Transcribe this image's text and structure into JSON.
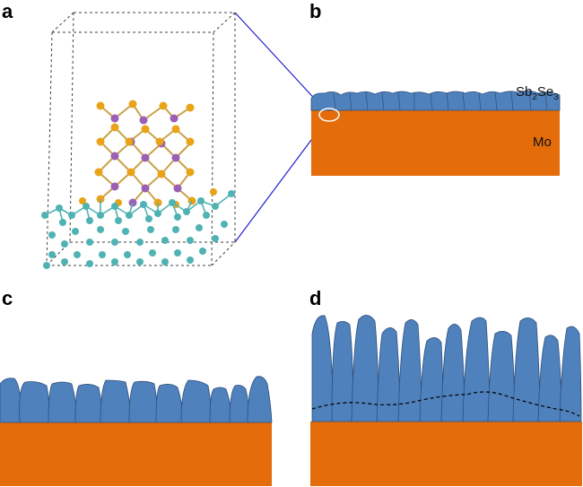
{
  "panels": {
    "a": {
      "label": "a"
    },
    "b": {
      "label": "b",
      "film_label_main": "Sb",
      "film_label_sub1": "2",
      "film_label_mid": "Se",
      "film_label_sub2": "3",
      "substrate_label": "Mo"
    },
    "c": {
      "label": "c"
    },
    "d": {
      "label": "d"
    }
  },
  "colors": {
    "substrate": "#e46c0a",
    "film": "#4f81bd",
    "film_edge": "#2f4f7a",
    "atom_orange": "#e8a317",
    "atom_purple": "#9b5fb5",
    "atom_cyan": "#4fb3b3",
    "connector": "#1f1fcf"
  }
}
